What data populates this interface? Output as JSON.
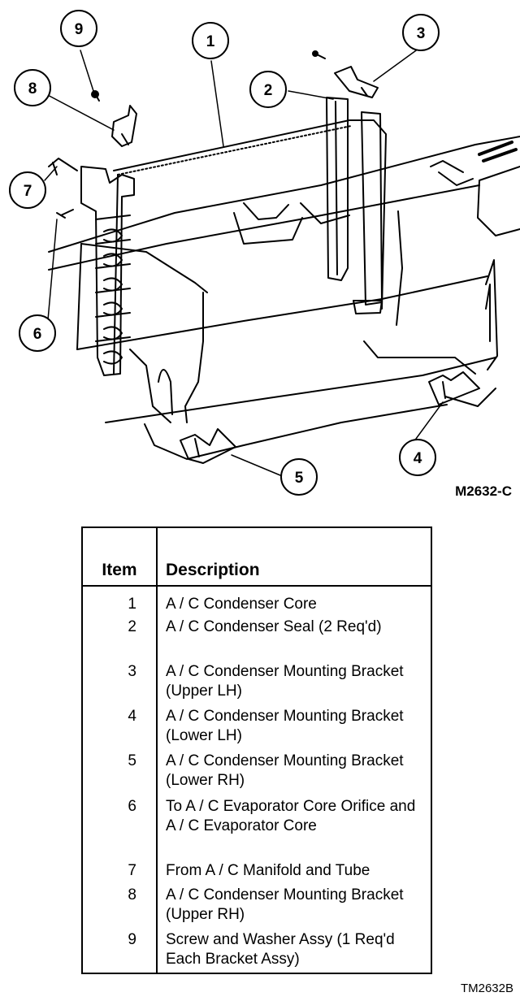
{
  "figure_code": "M2632-C",
  "drawing_code": "TM2632B",
  "callouts": [
    "1",
    "2",
    "3",
    "4",
    "5",
    "6",
    "7",
    "8",
    "9"
  ],
  "table": {
    "header_item": "Item",
    "header_description": "Description",
    "rows": [
      {
        "item": "1",
        "description": "A / C Condenser Core"
      },
      {
        "item": "2",
        "description": "A / C Condenser Seal (2 Req'd)"
      },
      {
        "item": "3",
        "description": "A / C Condenser Mounting Bracket (Upper LH)"
      },
      {
        "item": "4",
        "description": "A / C Condenser Mounting Bracket (Lower LH)"
      },
      {
        "item": "5",
        "description": "A / C Condenser Mounting Bracket (Lower RH)"
      },
      {
        "item": "6",
        "description": "To A / C Evaporator Core Orifice and A / C Evaporator Core"
      },
      {
        "item": "7",
        "description": "From A / C Manifold and Tube"
      },
      {
        "item": "8",
        "description": "A / C Condenser Mounting Bracket (Upper RH)"
      },
      {
        "item": "9",
        "description": "Screw and Washer Assy (1 Req'd Each Bracket Assy)"
      }
    ]
  }
}
